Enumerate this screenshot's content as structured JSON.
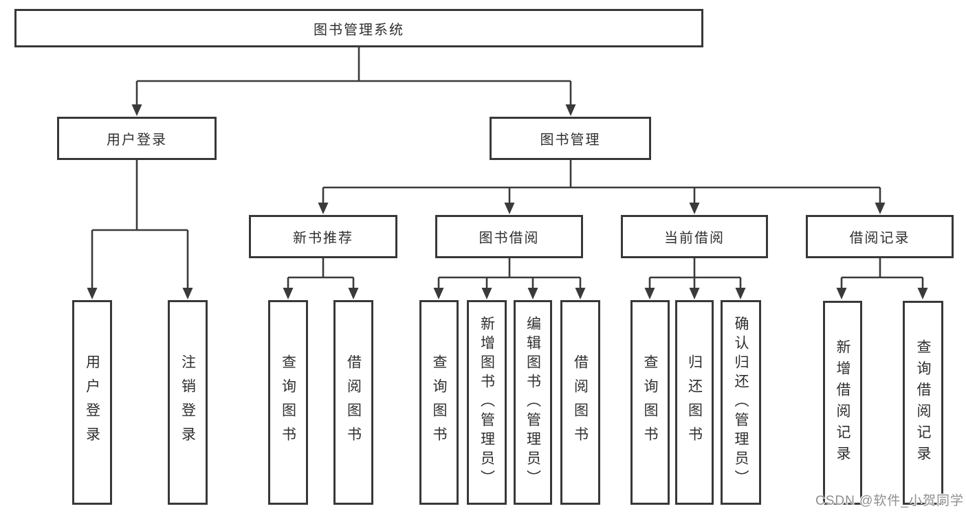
{
  "diagram_title": "图书管理系统",
  "colors": {
    "line": "#3a3a3a",
    "border": "#383838",
    "text": "#2f2f2f",
    "background": "#ffffff",
    "watermark": "#8f8f8f"
  },
  "tree": {
    "label": "图书管理系统",
    "children": [
      {
        "label": "用户登录",
        "children": [
          {
            "label": "用户登录"
          },
          {
            "label": "注销登录"
          }
        ]
      },
      {
        "label": "图书管理",
        "children": [
          {
            "label": "新书推荐",
            "children": [
              {
                "label": "查询图书"
              },
              {
                "label": "借阅图书"
              }
            ]
          },
          {
            "label": "图书借阅",
            "children": [
              {
                "label": "查询图书"
              },
              {
                "label": "新增图书（管理员）"
              },
              {
                "label": "编辑图书（管理员）"
              },
              {
                "label": "借阅图书"
              }
            ]
          },
          {
            "label": "当前借阅",
            "children": [
              {
                "label": "查询图书"
              },
              {
                "label": "归还图书"
              },
              {
                "label": "确认归还（管理员）"
              }
            ]
          },
          {
            "label": "借阅记录",
            "children": [
              {
                "label": "新增借阅记录"
              },
              {
                "label": "查询借阅记录"
              }
            ]
          }
        ]
      }
    ]
  },
  "watermark": {
    "text": "CSDN @软件_小贺同学"
  }
}
